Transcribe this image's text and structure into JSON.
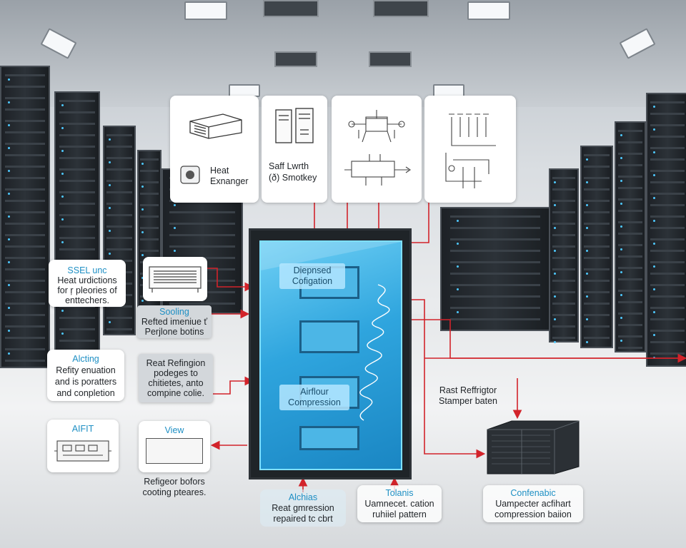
{
  "colors": {
    "arrow": "#d2232a",
    "cabinet": "#2fa5de",
    "accent": "#1e8fc4"
  },
  "top_cards": [
    {
      "name": "heat-exchanger-card",
      "icon": "heat-exchanger-icon",
      "line1": "Heat",
      "line2": "Exnanger"
    },
    {
      "name": "safe-loop-card",
      "icon": "server-unit-icon",
      "line1": "Saff Lwrth",
      "line2": "(ð) Smotkey"
    },
    {
      "name": "schematic-card-1",
      "icon": "schematic-icon"
    },
    {
      "name": "schematic-card-2",
      "icon": "piping-schematic-icon"
    }
  ],
  "left_labels": {
    "ssel": {
      "title": "SSEL unc",
      "line1": "Heat urdictions",
      "line2": "for ŗ pleories of",
      "line3": "enttechers."
    },
    "sooling": {
      "title": "Sooling",
      "line1": "Refted imeniue ť",
      "line2": "Perjlone botins"
    },
    "alcting": {
      "title": "Alcting",
      "line1": "Refity enuation",
      "line2": "and is poratters",
      "line3": "and conpletion"
    },
    "reat": {
      "line1": "Reat Refingion",
      "line2": "podeges to",
      "line3": "chitietes, anto",
      "line4": "compine colie."
    },
    "aifit": {
      "title": "AIFIT"
    },
    "view": {
      "title": "View"
    },
    "refigeor": {
      "line1": "Refigeor bofors",
      "line2": "cooting pteares."
    }
  },
  "cabinet": {
    "tag_top_line1": "Diepnsed",
    "tag_top_line2": "Cofigation",
    "tag_bottom_line1": "Airflour",
    "tag_bottom_line2": "Compression"
  },
  "right_labels": {
    "rast": {
      "line1": "Rast Reffrigtor",
      "line2": "Stamper baten"
    },
    "confenabic": {
      "title": "Confenabic",
      "line1": "Uampecter acfihart",
      "line2": "compression baiion"
    }
  },
  "bottom_labels": {
    "alchias": {
      "title": "Alchias",
      "line1": "Reat gmression",
      "line2": "repaired tc cbrt"
    },
    "tolanis": {
      "title": "Tolanis",
      "line1": "Uamnecet. cation",
      "line2": "ruhiiel pattern"
    }
  }
}
